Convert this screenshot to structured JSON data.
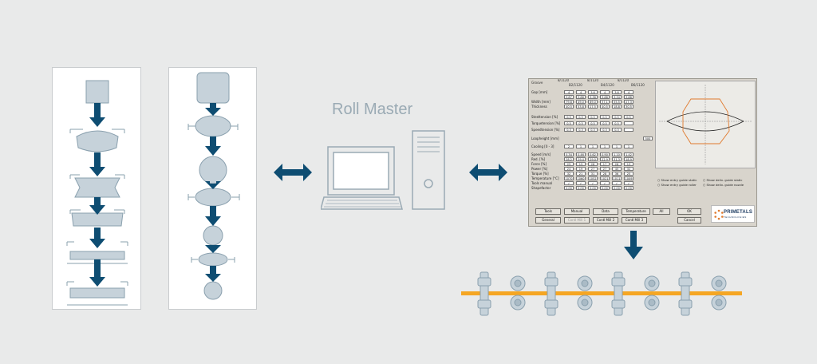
{
  "title": "Roll Master",
  "software": {
    "groove_label": "Groove",
    "groove_headers_top": [
      "8/1120",
      "8/1120",
      "8/1120"
    ],
    "groove_headers_bottom": [
      "B2/1120",
      "B4/1120",
      "B6/1120"
    ],
    "rows": [
      {
        "label": "Gap [mm]",
        "values": [
          "4",
          "4",
          "3.6",
          "4",
          "3.6",
          "4"
        ]
      },
      {
        "label": "",
        "values": [
          "3.87",
          "3.88",
          "3.38",
          "3.88",
          "3.34",
          "3.88"
        ]
      },
      {
        "label": "Width [mm]",
        "values": [
          "79.8",
          "49.0",
          "89.0",
          "37.1",
          "55.5",
          "27.3"
        ]
      },
      {
        "label": "Thickness",
        "values": [
          "40.5",
          "53.8",
          "27.5",
          "40.5",
          "18.8",
          "30.5"
        ]
      },
      {
        "label": "Steeltension [%]",
        "values": [
          "0.5",
          "0.5",
          "0.5",
          "0.5",
          "0.5",
          "0.5"
        ]
      },
      {
        "label": "Torquetension [%]",
        "values": [
          "0.5",
          "0.5",
          "0.5",
          "0.5",
          "0.5",
          ""
        ]
      },
      {
        "label": "Speedtension [%]",
        "values": [
          "0.3",
          "0.3",
          "0.3",
          "0.3",
          "0.3",
          ""
        ]
      },
      {
        "label": "Loopheight [mm]",
        "values": [
          "500"
        ]
      },
      {
        "label": "Cooling [0 - 3]",
        "values": [
          "2",
          "1",
          "1",
          "1",
          "1",
          "1"
        ]
      },
      {
        "label": "Speed [m/s]",
        "values": [
          "0.34",
          "0.46",
          "0.62",
          "0.90",
          "1.10",
          "1.42"
        ]
      },
      {
        "label": "Red. [%]",
        "values": [
          "28.2",
          "29.4",
          "29.0",
          "22.9",
          "31.3",
          "18.9"
        ]
      },
      {
        "label": "Force [%]",
        "values": [
          "25",
          "15",
          "28",
          "17",
          "28",
          "13"
        ]
      },
      {
        "label": "Power [%]",
        "values": [
          "24",
          "19",
          "27",
          "27",
          "45",
          "32"
        ]
      },
      {
        "label": "Torque [%]",
        "values": [
          "32",
          "21",
          "31",
          "28",
          "36",
          "25"
        ]
      },
      {
        "label": "Temperature [°C]",
        "values": [
          "1070",
          "1060",
          "1052",
          "1021",
          "1011",
          "1009"
        ]
      },
      {
        "label": "Tools manual",
        "values": [
          "✓",
          "✓",
          "✓",
          "✓",
          "✓",
          "✓"
        ]
      },
      {
        "label": "Shapefactor",
        "values": [
          "0.00",
          "0.00",
          "0.00",
          "0.00",
          "0.00",
          "0.00"
        ]
      }
    ],
    "options": [
      "Show entry guide static",
      "Show entry guide roller",
      "Show deliv. guide static",
      "Show deliv. guide nozzle"
    ],
    "buttons_row1": [
      "Tools",
      "Manual",
      "Data",
      "Temperature",
      "All",
      "OK"
    ],
    "buttons_row2": [
      "General",
      "Contl Mill 1",
      "Contl Mill 2",
      "Contl Mill 3",
      "Cancel"
    ],
    "brand": "PRIMETALS",
    "brand_sub": "TECHNOLOGIES"
  },
  "colors": {
    "arrow_dark": "#0e4d72",
    "shape_fill": "#c6d2da",
    "shape_stroke": "#8aa0ae",
    "strip": "#f5a623",
    "profile_orange": "#e07a2e",
    "brand": "#1e3c62"
  }
}
